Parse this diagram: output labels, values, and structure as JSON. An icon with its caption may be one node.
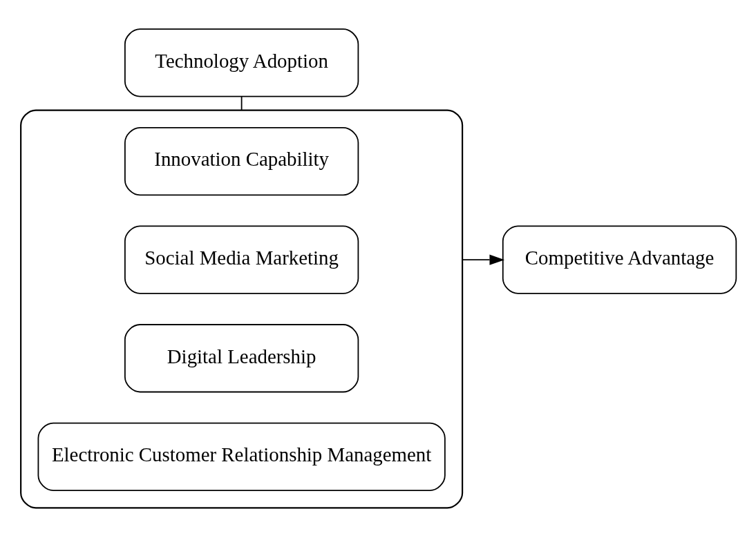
{
  "diagram": {
    "nodes": [
      {
        "text": [
          "Technology Adoption"
        ]
      },
      {
        "text": [],
        "shape": "box"
      },
      {
        "text": [
          "Innovation Capability"
        ],
        "in": 1
      },
      {
        "text": [
          "Social Media Marketing"
        ],
        "in": 1
      },
      {
        "text": [
          "Digital Leadership"
        ],
        "in": 1
      },
      {
        "text": [
          "Electronic Customer Relationship Management"
        ],
        "in": 1
      },
      {
        "text": [
          "Competitive Advantage"
        ]
      }
    ],
    "edges": [
      {
        "from": 0,
        "to": 1,
        "arrow": "none"
      },
      {
        "from": 1,
        "to": 6,
        "arrow": "to"
      }
    ]
  }
}
